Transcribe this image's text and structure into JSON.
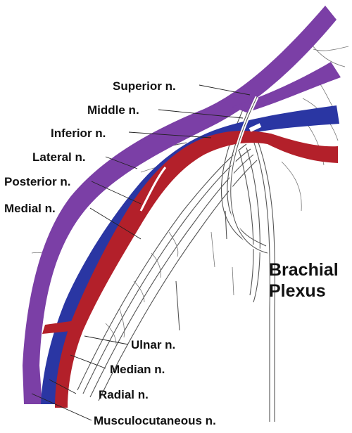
{
  "title": {
    "line1": "Brachial",
    "line2": "Plexus"
  },
  "labels": {
    "superior": "Superior n.",
    "middle": "Middle n.",
    "inferior": "Inferior n.",
    "lateral": "Lateral n.",
    "posterior": "Posterior n.",
    "medial": "Medial n.",
    "ulnar": "Ulnar n.",
    "median": "Median n.",
    "radial": "Radial n.",
    "musculocutaneous": "Musculocutaneous n."
  },
  "colors": {
    "purple": "#7b3fa6",
    "blue": "#2a36a3",
    "red": "#b3202a",
    "pink": "#e04fc8"
  }
}
